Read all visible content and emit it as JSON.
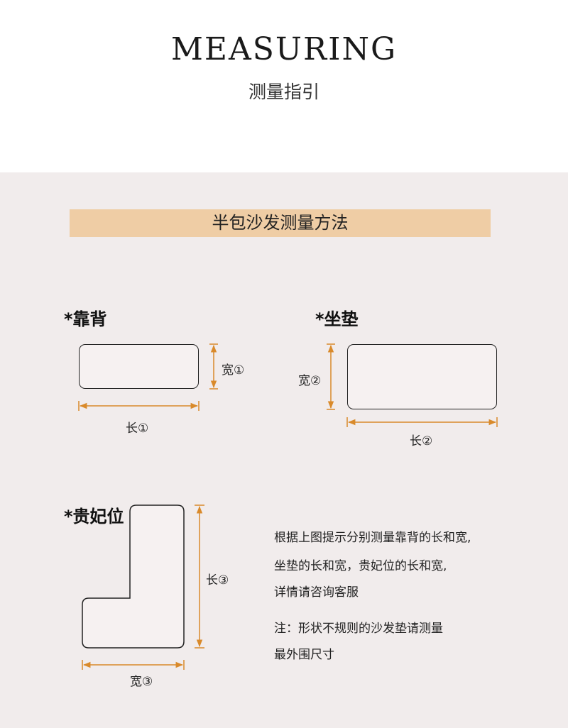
{
  "header": {
    "title": "MEASURING",
    "subtitle": "测量指引"
  },
  "banner": {
    "label": "半包沙发测量方法"
  },
  "sections": {
    "backrest": {
      "label": "*靠背",
      "length_label": "长①",
      "width_label": "宽①"
    },
    "cushion": {
      "label": "*坐垫",
      "length_label": "长②",
      "width_label": "宽②"
    },
    "chaise": {
      "label": "*贵妃位",
      "length_label": "长③",
      "width_label": "宽③"
    }
  },
  "instructions": {
    "line1": "根据上图提示分别测量靠背的长和宽,",
    "line2": "坐垫的长和宽，贵妃位的长和宽,",
    "line3": "详情请咨询客服",
    "note1": "注：形状不规则的沙发垫请测量",
    "note2": "最外围尺寸"
  },
  "colors": {
    "banner": "#efcda5",
    "panel_bg": "#f1ecec",
    "arrow": "#d98a2b"
  }
}
